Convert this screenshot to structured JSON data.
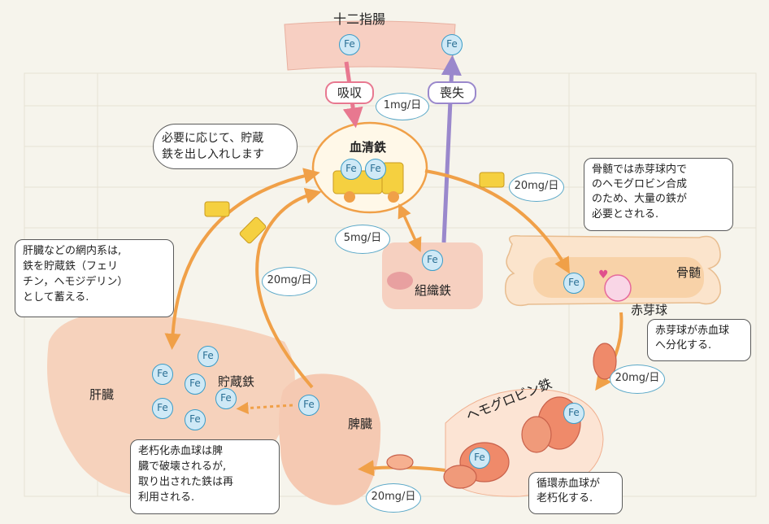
{
  "duodenum_label": "十二指腸",
  "absorption_label": "吸収",
  "loss_label": "喪失",
  "loss_rate": "1mg/日",
  "serum_iron_label": "血清鉄",
  "tissue_iron_label": "組織鉄",
  "marrow_label": "骨髄",
  "erythroblast_label": "赤芽球",
  "hemoglobin_iron_label": "ヘモグロビン鉄",
  "spleen_label": "脾臓",
  "liver_label": "肝臓",
  "storage_iron_label": "貯蔵鉄",
  "fe_label": "Fe",
  "rates": {
    "serum_to_marrow": "20mg/日",
    "serum_tissue": "5mg/日",
    "spleen_to_serum": "20mg/日",
    "marrow_to_hemoglobin": "20mg/日",
    "hemoglobin_to_spleen": "20mg/日"
  },
  "notes": {
    "storage_exchange": [
      "必要に応じて、貯蔵",
      "鉄を出し入れします"
    ],
    "marrow": [
      "骨髄では赤芽球内で",
      "のヘモグロビン合成",
      "のため、大量の鉄が",
      "必要とされる."
    ],
    "liver": [
      "肝臓などの網内系は,",
      "鉄を貯蔵鉄（フェリ",
      "チン，ヘモジデリン）",
      "として蓄える."
    ],
    "erythroblast": [
      "赤芽球が赤血球",
      "へ分化する."
    ],
    "spleen": [
      "老朽化赤血球は脾",
      "臓で破壊されるが,",
      "取り出された鉄は再",
      "利用される."
    ],
    "aging": [
      "循環赤血球が",
      "老朽化する."
    ]
  },
  "colors": {
    "orange": "#f0a048",
    "pink_arrow": "#e87890",
    "purple_arrow": "#9a88cc",
    "fe_fill": "#cfe9f6",
    "fe_stroke": "#3a9cc8",
    "organ": "#f6d2bc",
    "truck": "#f5d040"
  }
}
